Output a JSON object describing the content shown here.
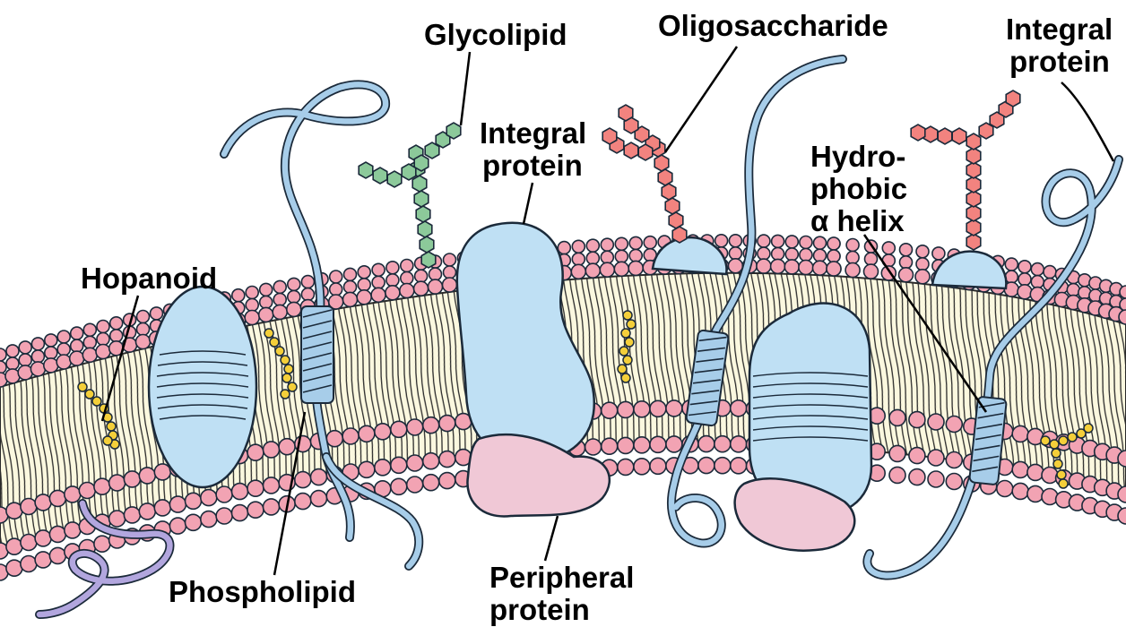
{
  "labels": {
    "glycolipid": "Glycolipid",
    "oligosaccharide": "Oligosaccharide",
    "integral_protein_right_1": "Integral",
    "integral_protein_right_2": "protein",
    "integral_protein_center_1": "Integral",
    "integral_protein_center_2": "protein",
    "hydrophobic_helix_1": "Hydro-",
    "hydrophobic_helix_2": "phobic",
    "hydrophobic_helix_3": "α helix",
    "hopanoid": "Hopanoid",
    "phospholipid": "Phospholipid",
    "peripheral_protein_1": "Peripheral",
    "peripheral_protein_2": "protein"
  },
  "colors": {
    "phospholipid_head": "#f2a3b3",
    "lipid_tail_region": "#fbf8df",
    "integral_protein": "#bfe0f4",
    "peripheral_protein": "#f0c8d6",
    "glycolipid_sugar": "#8cc99a",
    "oligosaccharide_sugar": "#f2837f",
    "hopanoid": "#f4cf3a",
    "polypeptide_chain": "#a7cde9",
    "free_chain": "#b2a6de"
  }
}
